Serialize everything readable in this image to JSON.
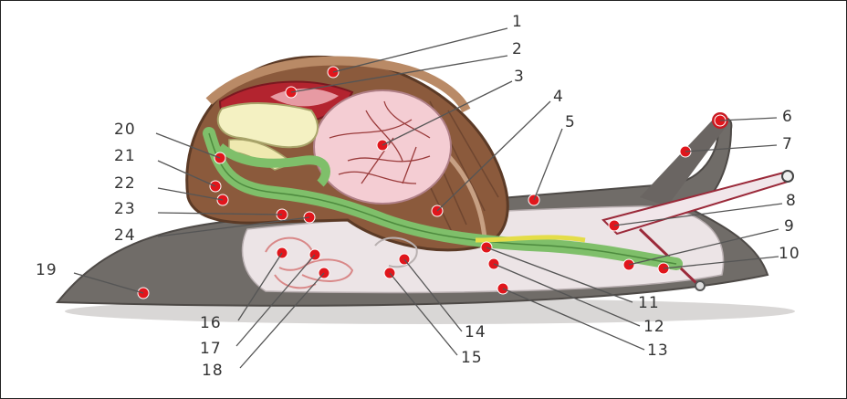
{
  "diagram": {
    "labels": [
      "1",
      "2",
      "3",
      "4",
      "5",
      "6",
      "7",
      "8",
      "9",
      "10",
      "11",
      "12",
      "13",
      "14",
      "15",
      "16",
      "17",
      "18",
      "19",
      "20",
      "21",
      "22",
      "23",
      "24"
    ],
    "colors": {
      "shell": "#8b5a3c",
      "body": "#6e6a66",
      "inner_body": "#ece4e4",
      "hepatopancreas": "#f2c9cf",
      "gut": "#7ec16a",
      "gland": "#f3f0b8",
      "vessel": "#a0263a",
      "marker": "#e0161c",
      "leader": "#555555",
      "text": "#333333"
    }
  }
}
